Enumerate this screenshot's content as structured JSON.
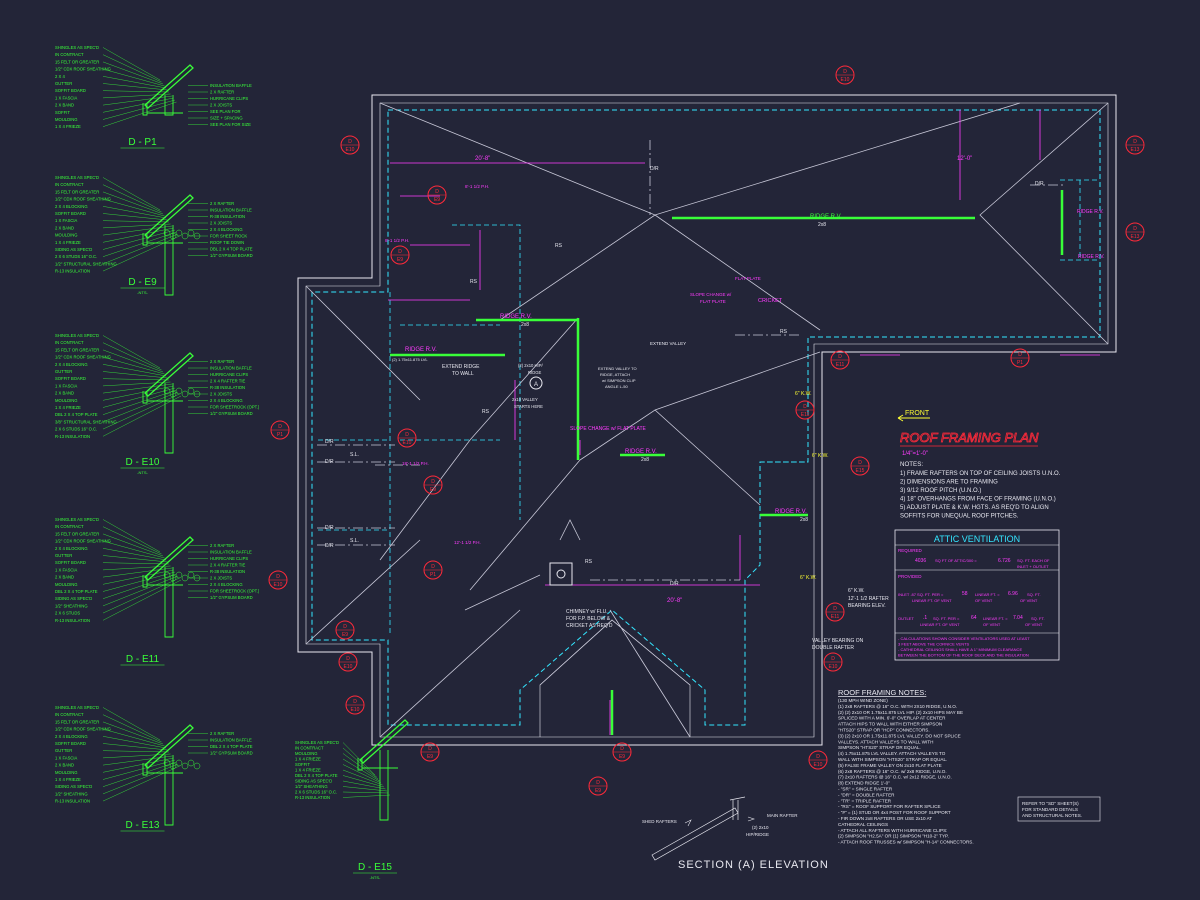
{
  "title": {
    "name": "ROOF FRAMING PLAN",
    "scale": "1/4\"=1'-0\"",
    "front_label": "FRONT"
  },
  "notes": {
    "heading": "NOTES:",
    "items": [
      "1) FRAME RAFTERS ON TOP OF CEILING JOISTS U.N.O.",
      "2) DIMENSIONS ARE TO FRAMING",
      "3) 9/12 ROOF PITCH (U.N.O.)",
      "4) 18\" OVERHANGS FROM FACE OF FRAMING (U.N.O.)",
      "5) ADJUST PLATE & K.W. HGTS. AS REQ'D TO ALIGN",
      "   SOFFITS FOR UNEQUAL ROOF PITCHES."
    ]
  },
  "ventilation": {
    "title": "ATTIC VENTILATION",
    "required_label": "REQUIRED",
    "required_line": [
      "4036",
      "SQ FT OF ATTIC/300 =",
      "6.726",
      "SQ. FT. EACH OF",
      "INLET + OUTLET"
    ],
    "provided_label": "PROVIDED",
    "inlet_line": [
      "INLET .87 SQ. FT. PER =",
      "58",
      "LINEAR FT. =",
      "6.96",
      "SQ. FT.",
      "LINEAR FT. OF VENT",
      "OF VENT",
      "OF VENT"
    ],
    "outlet_line": [
      "OUTLET",
      ".1",
      "SQ. FT. PER =",
      "64",
      "LINEAR FT. =",
      "7.04",
      "SQ. FT.",
      "LINEAR FT. OF VENT",
      "OF VENT",
      "OF VENT"
    ],
    "footnotes": [
      "- CALCULATIONS SHOWN CONSIDER VENTILATORS USED AT LEAST",
      "  3 FEET ABOVE THE CORNICE VENTS",
      "- CATHEDRAL CEILINGS SHALL HAVE A 1\" MINIMUM CLEARANCE",
      "  BETWEEN THE BOTTOM OF THE ROOF DECK AND THE INSULATION"
    ]
  },
  "framing_notes": {
    "heading": "ROOF FRAMING NOTES:",
    "items": [
      "(130 MPH WIND ZONE)",
      "(1) 2x8 RAFTERS @ 16\" O.C. WITH 2X10 RIDGE, U.N.O.",
      "(2) (2) 2x10 OR 1.75x11.875 LVL HIP. (2) 2x10 HIPS MAY BE",
      "    SPLICED WITH A MIN. 6'-0\" OVERLAP AT CENTER",
      "    ATTACH HIPS TO WALL WITH EITHER SIMPSON",
      "    \"HTS20\" STRAP OR \"HCP\" CONNECTORS.",
      "(3) (2) 2x10 OR 1.75x11.875 LVL VALLEY. DO NOT SPLICE",
      "    VALLEYS. ATTACH VALLEYS TO WALL WITH",
      "    SIMPSON \"HTS20\" STRAP OR EQUAL.",
      "(4) 1.75x11.875 LVL VALLEY. ATTACH VALLEYS TO",
      "    WALL WITH SIMPSON \"HTS20\" STRAP OR EQUAL.",
      "(5) FALSE FRAME VALLEY ON 2x10 FLAT PLATE",
      "(6) 2x8 RAFTERS @ 16\" O.C. w/ 2x8 RIDGE, U.N.O.",
      "(7) 2x10 RAFTERS @ 16\" O.C. w/ 2x12 RIDGE, U.N.O.",
      "(8) EXTEND RIDGE 1'-0\"",
      "- \"SR\" = SINGLE RAFTER",
      "- \"DR\" = DOUBLE RAFTER",
      "- \"TR\" = TRIPLE RAFTER",
      "- \"RS\" = ROOF SUPPORT FOR RAFTER SPLICE",
      "- \"#\" = (1) STUD OR 4x4 POST FOR ROOF SUPPORT",
      "- FIR DOWN 2x8 RAFTERS OR USE 2x10 AT",
      "  CATHEDRAL CEILINGS",
      "- ATTACH ALL RAFTERS WITH HURRICANE CLIPS:",
      "  (2) SIMPSON \"H2.5A\" OR (1) SIMPSON \"H10-2\" TYP.",
      "- ATTACH ROOF TRUSSES w/ SIMPSON \"H-14\" CONNECTORS."
    ]
  },
  "refer_note": [
    "REFER TO \"SD\" SHEET(S)",
    "FOR STANDARD DETAILS",
    "AND STRUCTURAL NOTES."
  ],
  "section": {
    "title": "SECTION (A) ELEVATION",
    "labels": [
      "SHED RAFTERS",
      "MAIN RAFTER",
      "(2) 2x10",
      "HIP/RIDGE"
    ]
  },
  "details": [
    {
      "id": "D - P1",
      "nts": "",
      "left": [
        "SHINGLES AS SPEC'D",
        "IN CONTRACT",
        "15 FELT OR GREATER",
        "1/2\" CDX ROOF SHEATHING",
        "2 X 4",
        "GUTTER",
        "SOFFIT BOARD",
        "1 X   FASCIA",
        "2 X   BAND",
        "SOFFIT",
        "MOULDING",
        "1 X 4 FRIEZE"
      ],
      "right": [
        "INSULATION BAFFLE",
        "2 X     RAFTER",
        "HURRICANE CLIPS",
        "2 X     JOISTS",
        "SEE PLAN FOR",
        "SIZE + SPACING",
        "SEE PLAN FOR SIZE"
      ]
    },
    {
      "id": "D - E9",
      "nts": "-NTS-",
      "left": [
        "SHINGLES AS SPEC'D",
        "IN CONTRACT",
        "15 FELT OR GREATER",
        "1/2\" CDX ROOF SHEATHING",
        "2 X 4 BLOCKING",
        "SOFFIT BOARD",
        "1 X   FASCIA",
        "2 X   BAND",
        "MOULDING",
        "1 X 4 FRIEZE",
        "SIDING AS SPEC'D",
        "2 X 6 STUDS 16\" O.C.",
        "1/2\" STRUCTURAL SHEATHING",
        "R-13 INSULATION"
      ],
      "right": [
        "2 X     RAFTER",
        "INSULATION BAFFLE",
        "R-38 INSULATION",
        "2 X     JOISTS",
        "2 X 4 BLOCKING",
        "FOR SHEET ROCK",
        "ROOF TIE DOWN",
        "DBL 2 X 4 TOP PLATE",
        "1/2\" GYPSUM BOARD"
      ]
    },
    {
      "id": "D - E10",
      "nts": "-NTS-",
      "left": [
        "SHINGLES AS SPEC'D",
        "IN CONTRACT",
        "15 FELT OR GREATER",
        "1/2\" CDX ROOF SHEATHING",
        "2 X 4 BLOCKING",
        "GUTTER",
        "SOFFIT BOARD",
        "1 X   FASCIA",
        "2 X   BAND",
        "MOULDING",
        "1 X 4 FRIEZE",
        "DBL 2 X 4 TOP PLATE",
        "3/8\" STRUCTURAL SHEATHING",
        "2 X 6 STUDS 16\" O.C.",
        "R-13 INSULATION"
      ],
      "right": [
        "2 X     RAFTER",
        "INSULATION BAFFLE",
        "HURRICANE CLIPS",
        "2 X 4 RAFTER TIE",
        "R-38 INSULATION",
        "2 X     JOISTS",
        "2 X 4 BLOCKING",
        "FOR SHEETROCK (OPT.)",
        "1/2\" GYPSUM BOARD"
      ]
    },
    {
      "id": "D - E11",
      "nts": "",
      "left": [
        "SHINGLES AS SPEC'D",
        "IN CONTRACT",
        "15 FELT OR GREATER",
        "1/2\" CDX ROOF SHEATHING",
        "2 X 4 BLOCKING",
        "GUTTER",
        "SOFFIT BOARD",
        "1 X   FASCIA",
        "2 X   BAND",
        "MOULDING",
        "DBL 2 X 4 TOP PLATE",
        "SIDING AS SPEC'D",
        "1/2\" SHEATHING",
        "2 X 6 STUDS",
        "R-13 INSULATION"
      ],
      "right": [
        "2 X     RAFTER",
        "INSULATION BAFFLE",
        "HURRICANE CLIPS",
        "2 X 4 RAFTER TIE",
        "R-38 INSULATION",
        "2 X     JOISTS",
        "2 X 4 BLOCKING",
        "FOR SHEETROCK (OPT.)",
        "1/2\" GYPSUM BOARD"
      ]
    },
    {
      "id": "D - E13",
      "nts": "",
      "left": [
        "SHINGLES AS SPEC'D",
        "IN CONTRACT",
        "15 FELT OR GREATER",
        "1/2\" CDX ROOF SHEATHING",
        "2 X 4 BLOCKING",
        "SOFFIT BOARD",
        "GUTTER",
        "1 X   FASCIA",
        "2 X   BAND",
        "MOULDING",
        "1 X 4 FRIEZE",
        "SIDING AS SPEC'D",
        "1/2\" SHEATHING",
        "R-13 INSULATION"
      ],
      "right": [
        "2 X     RAFTER",
        "INSULATION BAFFLE",
        "DBL 2 X 4 TOP PLATE",
        "1/2\" GYPSUM BOARD"
      ]
    },
    {
      "id": "D - E15",
      "nts": "-NTS-",
      "left": [
        "SHINGLES AS SPEC'D",
        "IN CONTRACT",
        "MOULDING",
        "1 X 4 FRIEZE",
        "SOFFIT",
        "1 X 4 FRIEZE",
        "DBL 2 X 4 TOP PLATE",
        "SIDING AS SPEC'D",
        "1/2\" SHEATHING",
        "2 X 6 STUDS 16\" O.C.",
        "R-13 INSULATION"
      ],
      "right": []
    }
  ],
  "callouts": [
    "D E10",
    "D E10",
    "D E13",
    "D E9",
    "D E9",
    "D E13",
    "D E11",
    "D P1",
    "D P1",
    "D E10",
    "D E11",
    "D E15",
    "D E9",
    "D E9",
    "D E10",
    "D P1",
    "D E11",
    "D E10",
    "D E10",
    "D E9",
    "D E9",
    "D E10",
    "D E10",
    "D E9"
  ],
  "plan_labels": [
    "RIDGE R.V.",
    "2x8",
    "RIDGE R.V.",
    "2x8",
    "RIDGE R.V.",
    "RIDGE R.V.",
    "2x8",
    "RIDGE R.V.",
    "2x8",
    "RIDGE R.V.",
    "RIDGE R.V.",
    "D/R",
    "D/R",
    "D/R",
    "D/R",
    "D/R",
    "D/R",
    "D/R",
    "RS",
    "RS",
    "RS",
    "RS",
    "RS",
    "S.L.",
    "S.L.",
    "EXTEND RIDGE",
    "TO WALL",
    "(2) 1.75x11.875 LVL",
    "(2) 2x10 HIP/",
    "RIDGE",
    "2x10 VALLEY",
    "STARTS HERE",
    "EXTEND VALLEY",
    "CRICKET",
    "FLAT PLATE",
    "SLOPE CHANGE w/",
    "FLAT PLATE",
    "SLOPE CHANGE w/ FLAT PLATE",
    "CHIMNEY w/ FLU.",
    "FOR F.P. BELOW &",
    "CRICKET AS REQ'D",
    "VALLEY BEARING ON",
    "DOUBLE RAFTER",
    "6\" K.W.",
    "12'-1 1/2 RAFTER",
    "BEARING ELEV.",
    "6\" K.W.",
    "6\" K.W.",
    "6\" K.W.",
    "20'-8\"",
    "12'-0\"",
    "20'-8\"",
    "8'-1 1/2 P.H.",
    "8'-1 1/2 P.H.",
    "18'-1 1/2 P.H.",
    "12'-1 1/2 P.H.",
    "EXTEND VALLEY TO",
    "RIDGE, ATTACH",
    "w/ SIMPSON CLIP",
    "ANGLE L-50"
  ],
  "colors": {
    "background": "#232538",
    "ridge": "#39ff39",
    "wall": "#33e6ff",
    "dimension": "#ff3cff",
    "outline": "#e8e8f0",
    "callout": "#ff2a3a"
  }
}
